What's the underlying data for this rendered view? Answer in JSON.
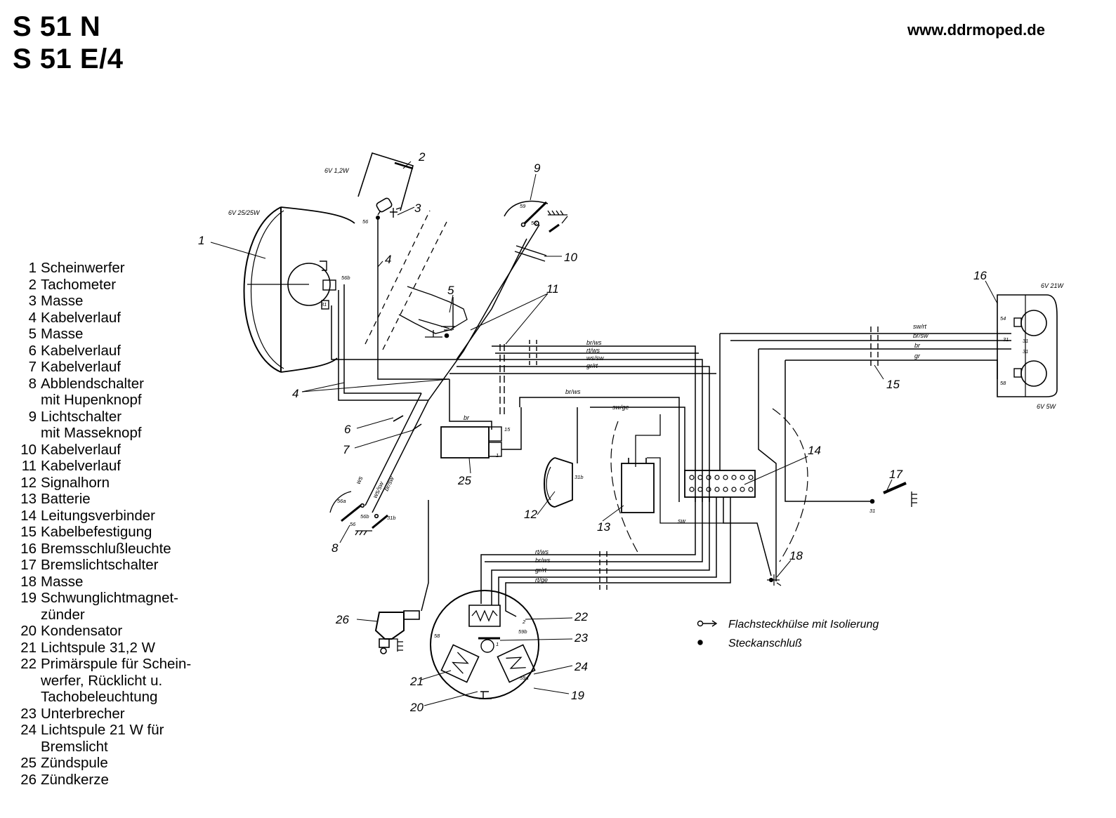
{
  "title_lines": [
    "S 51 N",
    "S 51 E/4"
  ],
  "website": "www.ddrmoped.de",
  "legend": [
    {
      "num": "1",
      "label": "Scheinwerfer"
    },
    {
      "num": "2",
      "label": "Tachometer"
    },
    {
      "num": "3",
      "label": "Masse"
    },
    {
      "num": "4",
      "label": "Kabelverlauf"
    },
    {
      "num": "5",
      "label": "Masse"
    },
    {
      "num": "6",
      "label": "Kabelverlauf"
    },
    {
      "num": "7",
      "label": "Kabelverlauf"
    },
    {
      "num": "8",
      "label": "Abblendschalter\nmit Hupenknopf"
    },
    {
      "num": "9",
      "label": "Lichtschalter\nmit Masseknopf"
    },
    {
      "num": "10",
      "label": "Kabelverlauf"
    },
    {
      "num": "11",
      "label": "Kabelverlauf"
    },
    {
      "num": "12",
      "label": "Signalhorn"
    },
    {
      "num": "13",
      "label": "Batterie"
    },
    {
      "num": "14",
      "label": "Leitungsverbinder"
    },
    {
      "num": "15",
      "label": "Kabelbefestigung"
    },
    {
      "num": "16",
      "label": "Bremsschlußleuchte"
    },
    {
      "num": "17",
      "label": "Bremslichtschalter"
    },
    {
      "num": "18",
      "label": "Masse"
    },
    {
      "num": "19",
      "label": "Schwunglichtmagnet-\nzünder"
    },
    {
      "num": "20",
      "label": "Kondensator"
    },
    {
      "num": "21",
      "label": "Lichtspule 31,2 W"
    },
    {
      "num": "22",
      "label": "Primärspule für Schein-\nwerfer, Rücklicht u.\nTachobeleuchtung"
    },
    {
      "num": "23",
      "label": "Unterbrecher"
    },
    {
      "num": "24",
      "label": "Lichtspule 21 W für\nBremslicht"
    },
    {
      "num": "25",
      "label": "Zündspule"
    },
    {
      "num": "26",
      "label": "Zündkerze"
    }
  ],
  "bulb_ratings": {
    "headlight": "6V 25/25W",
    "tacho": "6V 1,2W",
    "brake": "6V 21W",
    "tail": "6V 5W"
  },
  "wire_labels": {
    "br_ws": "br/ws",
    "rt_ws": "rt/ws",
    "ws_sw": "ws/sw",
    "gr_rt": "gr/rt",
    "sw_rt": "sw/rt",
    "br_sw": "br/sw",
    "br": "br",
    "gr": "gr",
    "sw_ge": "sw/ge",
    "sw": "sw",
    "rt_ge": "rt/ge",
    "ws": "ws"
  },
  "terminals": {
    "t56": "56",
    "t56a": "56a",
    "t56b": "56b",
    "t31": "31",
    "t31b": "31b",
    "t59": "59",
    "t15": "15",
    "t1": "1",
    "t54": "54",
    "t58": "58",
    "t2": "2",
    "t59a": "59a",
    "t59b": "59b",
    "t59c": "59c"
  },
  "callouts": [
    "1",
    "2",
    "3",
    "4",
    "5",
    "6",
    "7",
    "8",
    "9",
    "10",
    "11",
    "12",
    "13",
    "14",
    "15",
    "16",
    "17",
    "18",
    "19",
    "20",
    "21",
    "22",
    "23",
    "24",
    "25",
    "26"
  ],
  "key": {
    "flat": "Flachsteckhülse mit Isolierung",
    "plug": "Steckanschluß"
  }
}
